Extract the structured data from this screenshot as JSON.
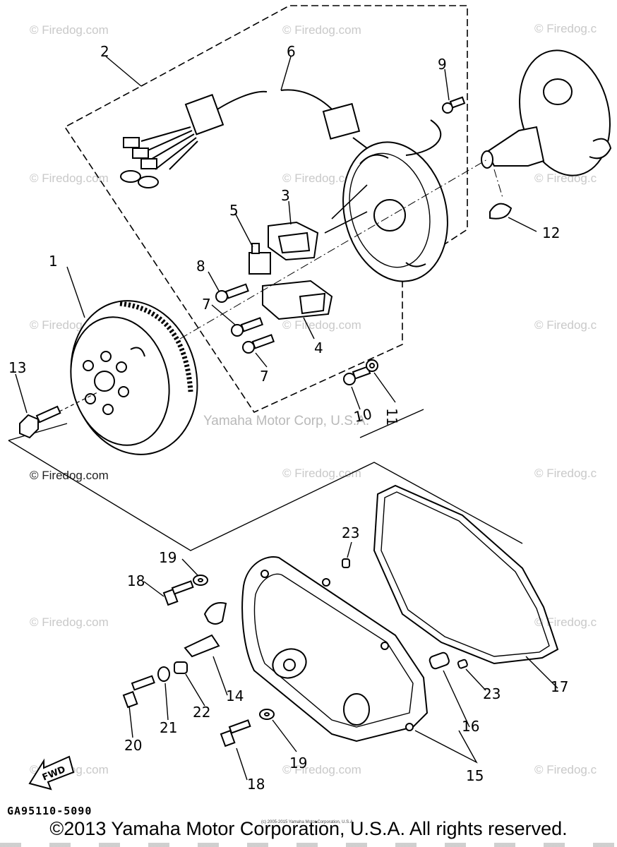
{
  "watermarks": {
    "site": "© Firedog.com",
    "site_cut": "© Firedog.c",
    "corp": "Yamaha Motor Corp, U.S.A."
  },
  "diagram": {
    "part_code": "GA95110-5090",
    "tiny_note": "(c) 2005-2015 Yamaha Motor Corporation, U.S.A.",
    "copyright": "©2013 Yamaha Motor Corporation, U.S.A. All rights reserved.",
    "fwd_label": "FWD",
    "callouts": [
      {
        "id": "1",
        "text": "1"
      },
      {
        "id": "2",
        "text": "2"
      },
      {
        "id": "3",
        "text": "3"
      },
      {
        "id": "4",
        "text": "4"
      },
      {
        "id": "5",
        "text": "5"
      },
      {
        "id": "6",
        "text": "6"
      },
      {
        "id": "7a",
        "text": "7"
      },
      {
        "id": "7b",
        "text": "7"
      },
      {
        "id": "8",
        "text": "8"
      },
      {
        "id": "9",
        "text": "9"
      },
      {
        "id": "10",
        "text": "10"
      },
      {
        "id": "11",
        "text": "11"
      },
      {
        "id": "12",
        "text": "12"
      },
      {
        "id": "13",
        "text": "13"
      },
      {
        "id": "14",
        "text": "14"
      },
      {
        "id": "15",
        "text": "15"
      },
      {
        "id": "16",
        "text": "16"
      },
      {
        "id": "17",
        "text": "17"
      },
      {
        "id": "18a",
        "text": "18"
      },
      {
        "id": "18b",
        "text": "18"
      },
      {
        "id": "19a",
        "text": "19"
      },
      {
        "id": "19b",
        "text": "19"
      },
      {
        "id": "20",
        "text": "20"
      },
      {
        "id": "21",
        "text": "21"
      },
      {
        "id": "22",
        "text": "22"
      },
      {
        "id": "23a",
        "text": "23"
      },
      {
        "id": "23b",
        "text": "23"
      }
    ]
  }
}
